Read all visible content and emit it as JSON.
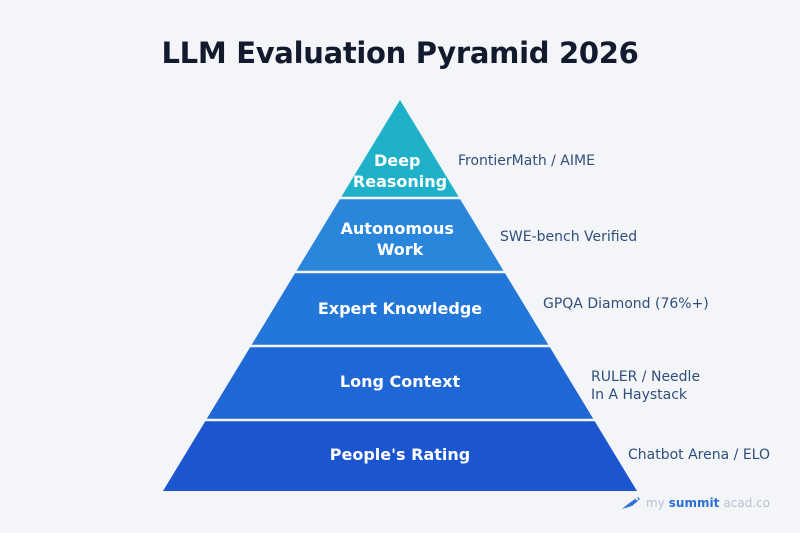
{
  "title": "LLM Evaluation Pyramid 2026",
  "tiers": [
    {
      "label_lines": [
        "Deep",
        "Reasoning"
      ],
      "benchmark_lines": [
        "FrontierMath / AIME"
      ],
      "color": "#1fb1c9"
    },
    {
      "label_lines": [
        "Autonomous",
        "Work"
      ],
      "benchmark_lines": [
        "SWE-bench Verified"
      ],
      "color": "#2a86db"
    },
    {
      "label_lines": [
        "Expert Knowledge"
      ],
      "benchmark_lines": [
        "GPQA Diamond (76%+)"
      ],
      "color": "#2277d8"
    },
    {
      "label_lines": [
        "Long Context"
      ],
      "benchmark_lines": [
        "RULER / Needle",
        "In A Haystack"
      ],
      "color": "#1e67d5"
    },
    {
      "label_lines": [
        "People's Rating"
      ],
      "benchmark_lines": [
        "Chatbot Arena / ELO"
      ],
      "color": "#1b55cf"
    }
  ],
  "watermark": {
    "prefix": "my",
    "brand": "summit",
    "suffix": "acad.co",
    "icon": "rocket-icon",
    "color": "#2a6fd6"
  }
}
